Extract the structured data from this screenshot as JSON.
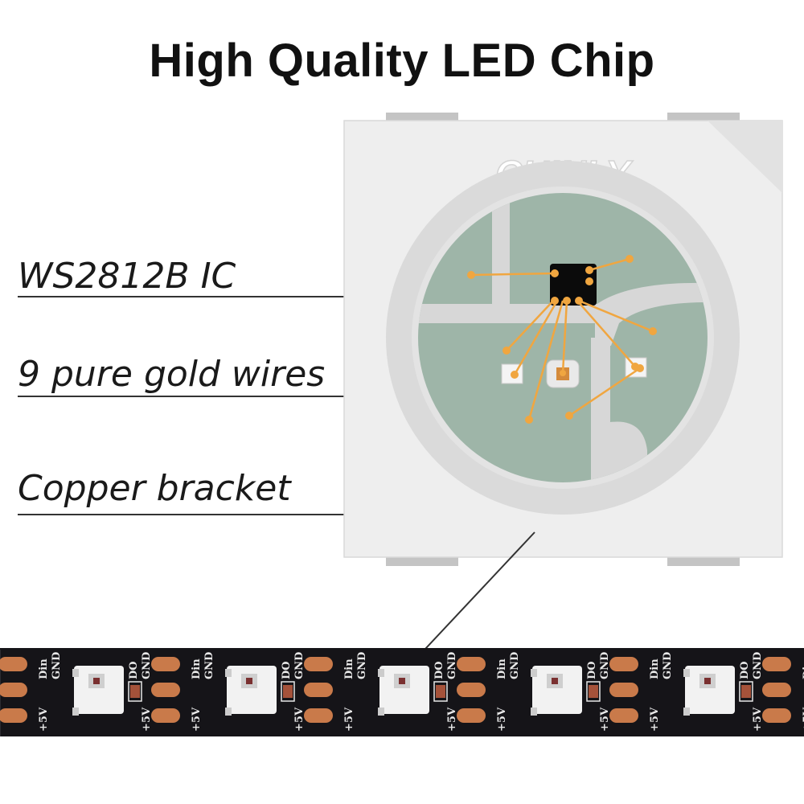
{
  "title": "High Quality LED Chip",
  "brand": "CHINLY",
  "callouts": {
    "ic": "WS2812B IC",
    "wires": "9 pure gold wires",
    "bracket": "Copper bracket"
  },
  "strip": {
    "pin_labels": [
      "Din",
      "GND",
      "DO",
      "GND",
      "+5V",
      "+5V"
    ]
  },
  "colors": {
    "gold_wire": "#f0a640",
    "copper_pad": "#c97a4a",
    "strip": "#151418",
    "chip_body": "#eeeeee",
    "die_area": "#9eb5a8"
  }
}
